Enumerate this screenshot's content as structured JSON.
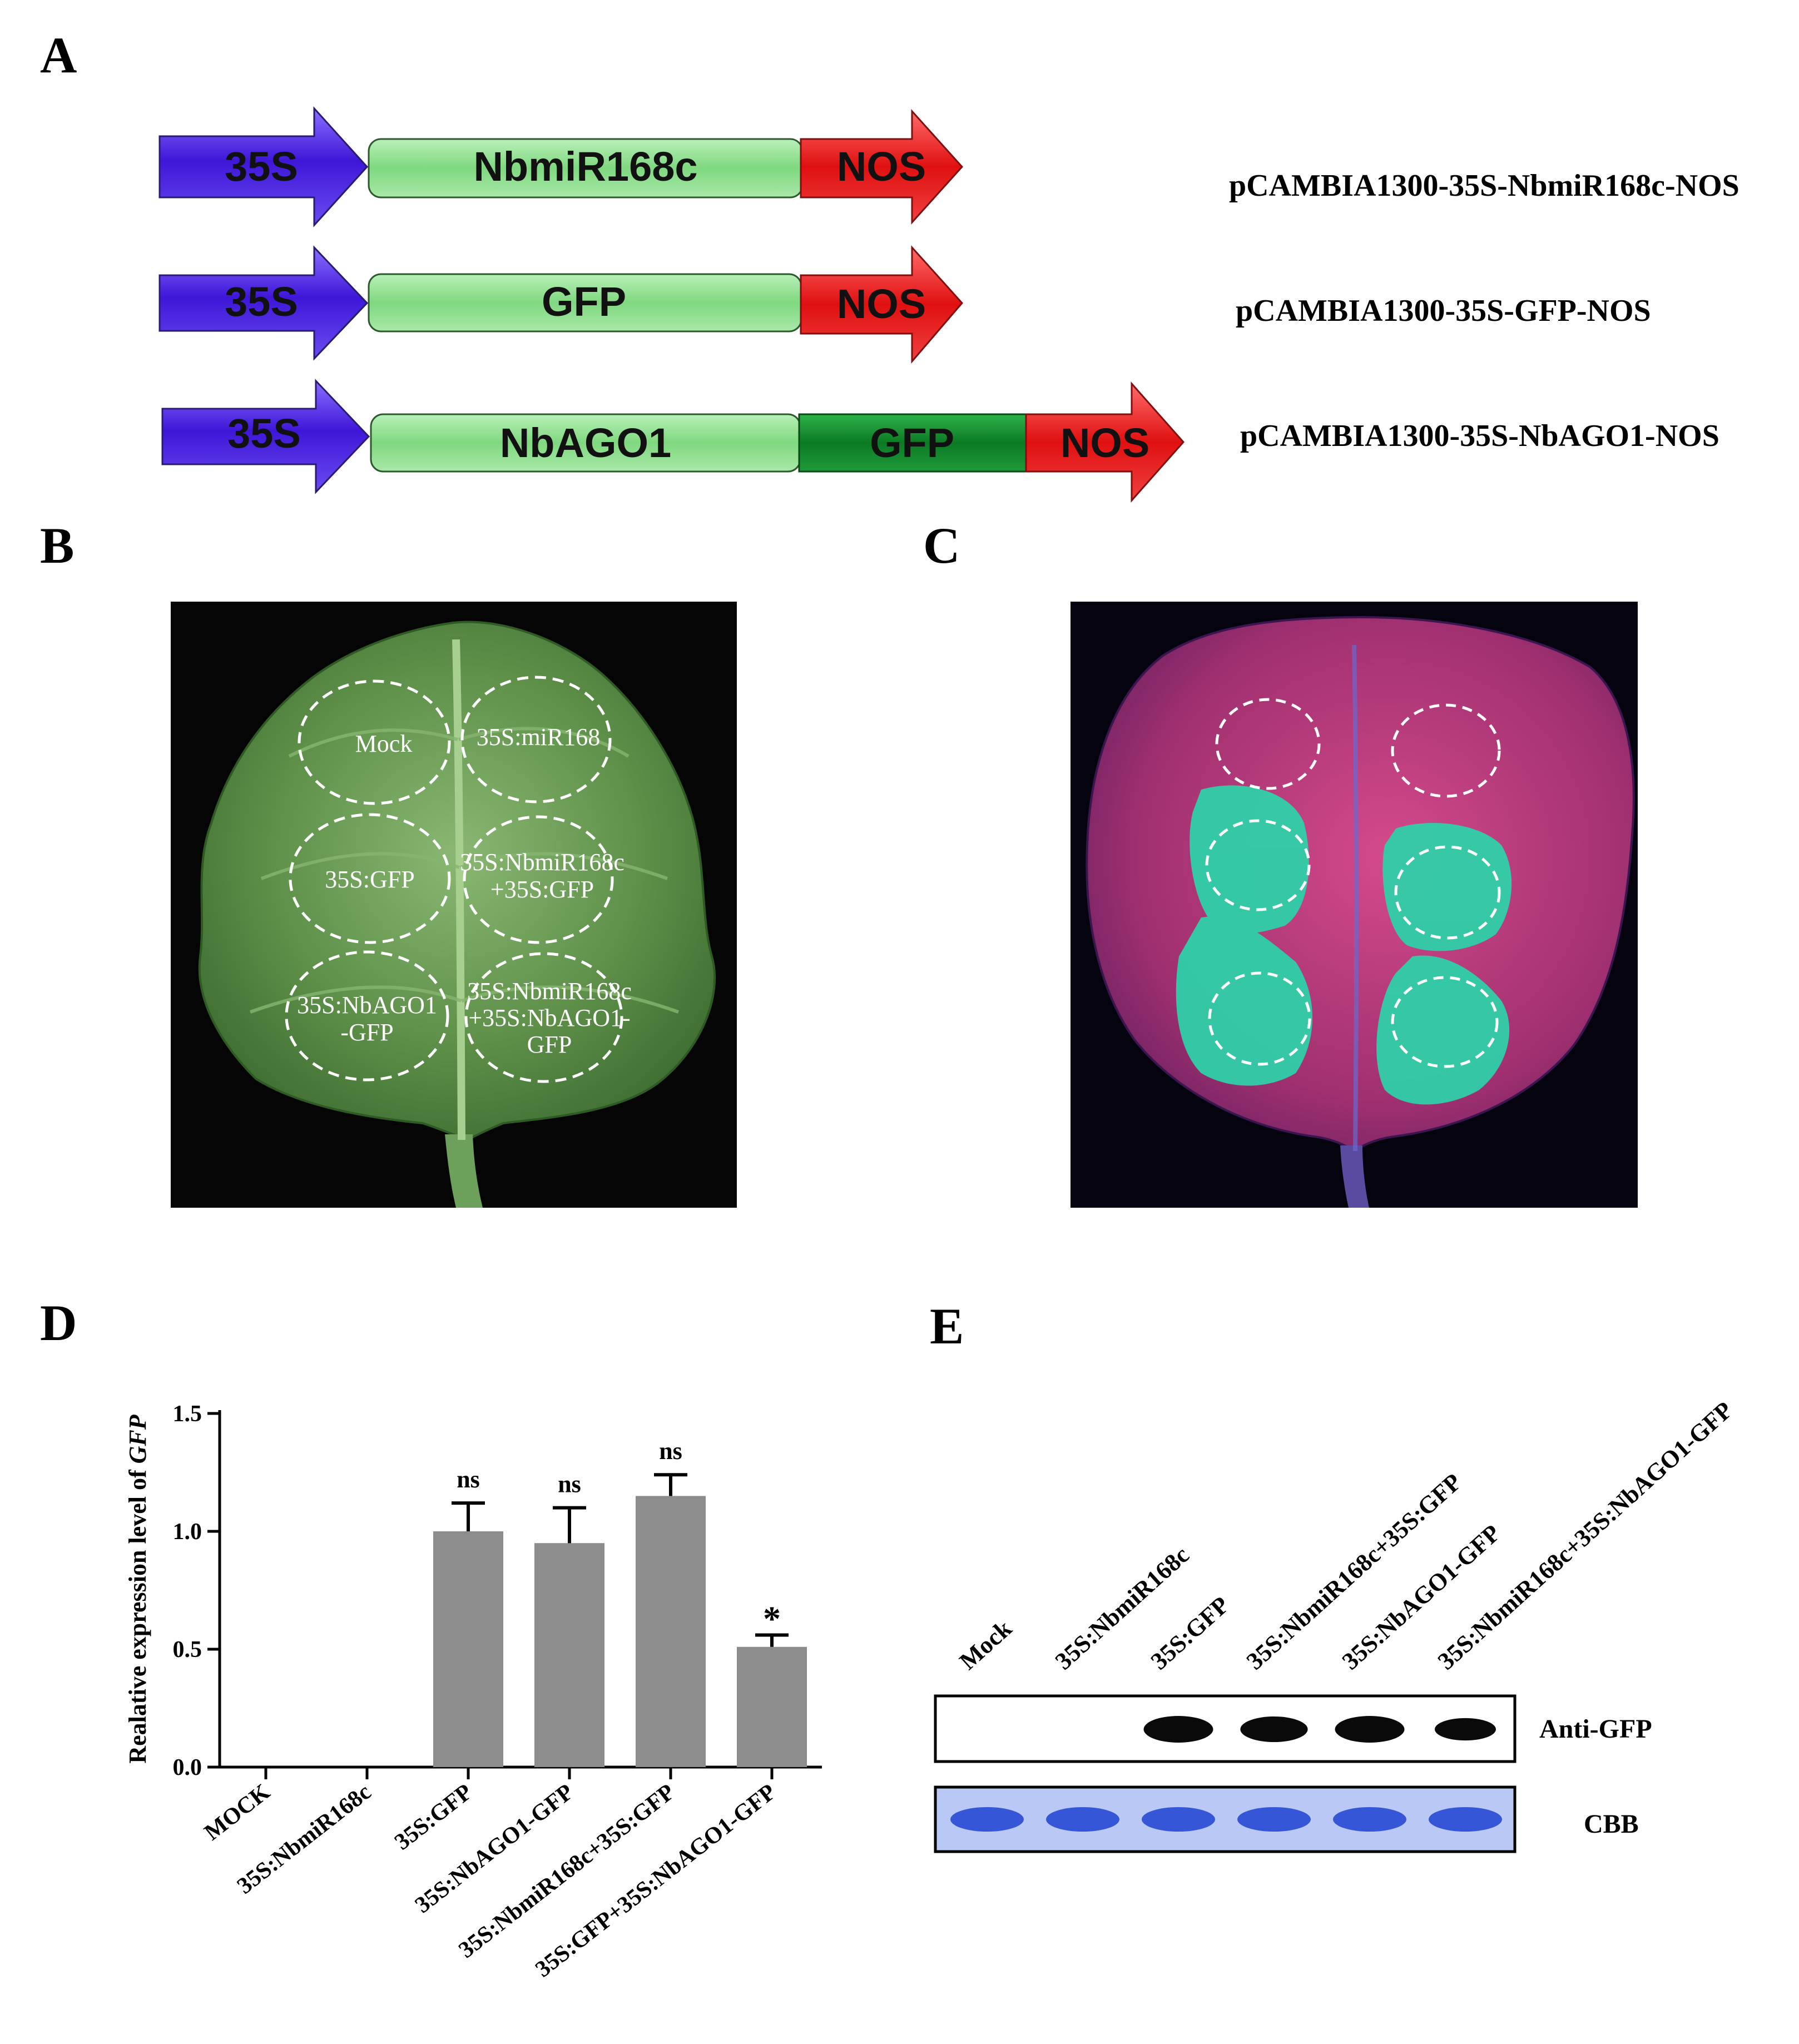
{
  "panels": {
    "a": "A",
    "b": "B",
    "c": "C",
    "d": "D",
    "e": "E"
  },
  "constructs": [
    {
      "name": "pCAMBIA1300-35S-NbmiR168c-NOS",
      "segments": {
        "promoter": "35S",
        "gene": "NbmiR168c",
        "terminator": "NOS"
      }
    },
    {
      "name": "pCAMBIA1300-35S-GFP-NOS",
      "segments": {
        "promoter": "35S",
        "gene": "GFP",
        "terminator": "NOS"
      }
    },
    {
      "name": "pCAMBIA1300-35S-NbAGO1-NOS",
      "segments": {
        "promoter": "35S",
        "gene": "NbAGO1",
        "tag": "GFP",
        "terminator": "NOS"
      }
    }
  ],
  "leaf_b": {
    "circles": [
      {
        "lines": [
          "Mock"
        ]
      },
      {
        "lines": [
          "35S:miR168"
        ]
      },
      {
        "lines": [
          "35S:GFP"
        ]
      },
      {
        "lines": [
          "35S:NbmiR168c",
          "+35S:GFP"
        ]
      },
      {
        "lines": [
          "35S:NbAGO1",
          "-GFP"
        ]
      },
      {
        "lines": [
          "35S:NbmiR168c",
          "+35S:NbAGO1-",
          "GFP"
        ]
      }
    ]
  },
  "chart_data": {
    "type": "bar",
    "ylabel_prefix": "Realative expression level of ",
    "ylabel_italic": "GFP",
    "ylim": [
      0,
      1.5
    ],
    "yticks": [
      "0.0",
      "0.5",
      "1.0",
      "1.5"
    ],
    "categories": [
      "MOCK",
      "35S:NbmiR168c",
      "35S:GFP",
      "35S:NbAGO1-GFP",
      "35S:NbmiR168c+35S:GFP",
      "35S:GFP+35S:NbAGO1-GFP"
    ],
    "values": [
      0,
      0,
      1.0,
      0.95,
      1.15,
      0.51
    ],
    "errors": [
      0,
      0,
      0.12,
      0.15,
      0.09,
      0.05
    ],
    "annotations": [
      "",
      "",
      "ns",
      "ns",
      "ns",
      "*"
    ],
    "bar_color": "#8c8c8c"
  },
  "blot": {
    "lanes": [
      "Mock",
      "35S:NbmiR168c",
      "35S:GFP",
      "35S:NbmiR168c+35S:GFP",
      "35S:NbAGO1-GFP",
      "35S:NbmiR168c+35S:NbAGO1-GFP"
    ],
    "anti_gfp_label": "Anti-GFP",
    "cbb_label": "CBB",
    "band_intensity": [
      0,
      0,
      1,
      0.9,
      1,
      0.6
    ]
  },
  "colors": {
    "promoter": "#5a2ee0",
    "gene": "#8fe08f",
    "tag": "#138a2e",
    "terminator": "#ee2222",
    "cbb": "#3656d8"
  }
}
